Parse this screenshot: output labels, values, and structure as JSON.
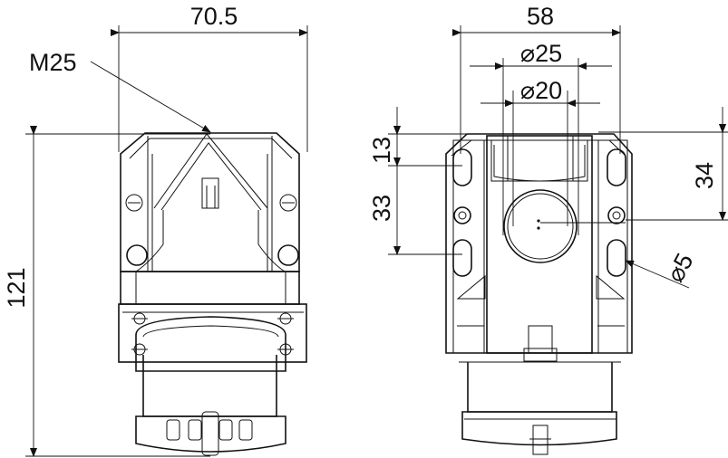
{
  "drawing": {
    "left_view": {
      "width_dim": "70.5",
      "thread_label": "M25",
      "height_dim": "121"
    },
    "right_view": {
      "width_dim": "58",
      "diameter_outer": "⌀25",
      "diameter_inner": "⌀20",
      "dim_13": "13",
      "dim_33": "33",
      "dim_34": "34",
      "hole_dim": "⌀5"
    }
  }
}
